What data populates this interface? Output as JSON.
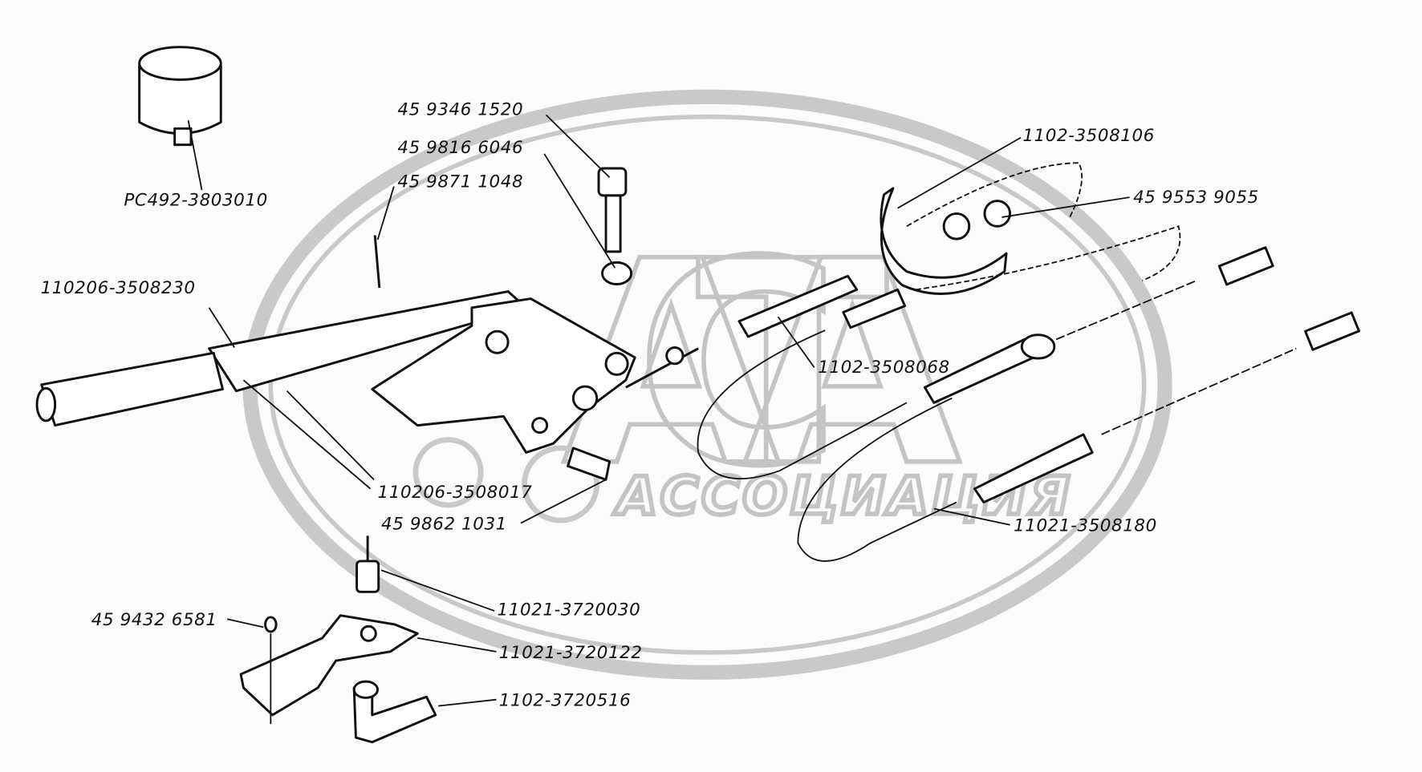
{
  "diagram": {
    "title": "Parking brake assembly parts diagram",
    "watermark": {
      "logo_text": "АСТА",
      "subtitle": "АССОЦИАЦИЯ",
      "color": "#c9c9c9"
    },
    "labels": [
      {
        "id": "relay",
        "text": "PC492-3803010"
      },
      {
        "id": "bolt",
        "text": "45 9346 1520"
      },
      {
        "id": "washer",
        "text": "45 9816 6046"
      },
      {
        "id": "cotter-pin",
        "text": "45 9871 1048"
      },
      {
        "id": "lever",
        "text": "110206-3508230"
      },
      {
        "id": "equalizer",
        "text": "1102-3508106"
      },
      {
        "id": "nuts",
        "text": "45 9553 9055"
      },
      {
        "id": "front-rod",
        "text": "1102-3508068"
      },
      {
        "id": "lever-bracket",
        "text": "110206-3508017"
      },
      {
        "id": "pin",
        "text": "45 9862 1031"
      },
      {
        "id": "rear-cable",
        "text": "11021-3508180"
      },
      {
        "id": "switch",
        "text": "11021-3720030"
      },
      {
        "id": "screw",
        "text": "45 9432 6581"
      },
      {
        "id": "switch-bracket",
        "text": "11021-3720122"
      },
      {
        "id": "boot",
        "text": "1102-3720516"
      }
    ]
  }
}
